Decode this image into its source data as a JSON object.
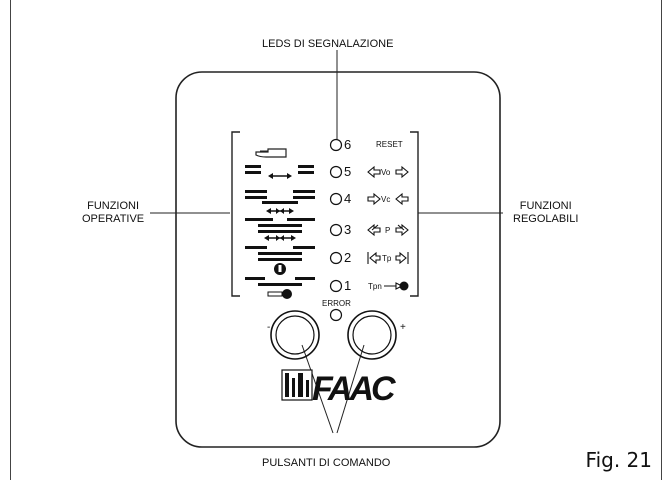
{
  "labels": {
    "leds": "LEDS DI SEGNALAZIONE",
    "funzioni_operative": "FUNZIONI\nOPERATIVE",
    "funzioni_regolabili": "FUNZIONI\nREGOLABILI",
    "pulsanti": "PULSANTI DI COMANDO",
    "error": "ERROR",
    "reset": "RESET",
    "minus": "-",
    "plus": "+",
    "fig": "Fig. 21",
    "logo": "FAAC"
  },
  "led_rows": [
    {
      "number": "6",
      "function": "RESET"
    },
    {
      "number": "5",
      "function": "Vo"
    },
    {
      "number": "4",
      "function": "Vc"
    },
    {
      "number": "3",
      "function": "P"
    },
    {
      "number": "2",
      "function": "Tp"
    },
    {
      "number": "1",
      "function": "Tpn"
    }
  ],
  "colors": {
    "ink": "#111111",
    "line": "#333333",
    "background": "#ffffff"
  }
}
